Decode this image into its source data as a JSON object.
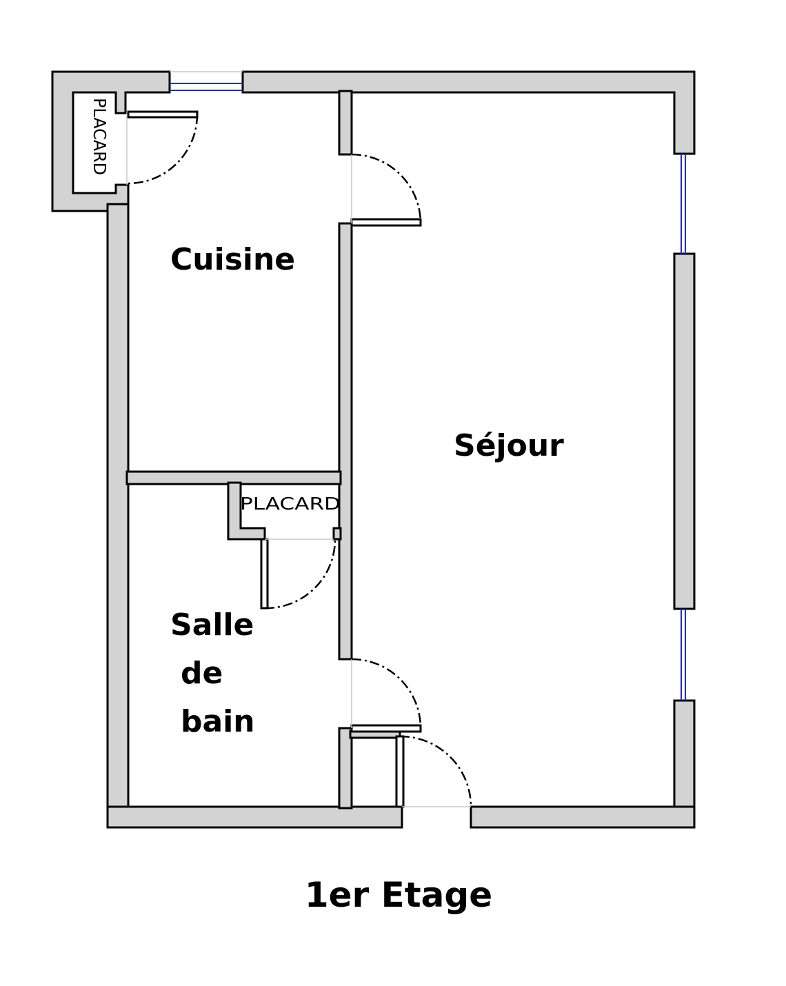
{
  "plan": {
    "floor_title": "1er Etage",
    "rooms": {
      "kitchen": "Cuisine",
      "living": "Séjour",
      "bath_line1": "Salle",
      "bath_line2": "de",
      "bath_line3": "bain"
    },
    "closets": {
      "kitchen_closet": "PLACARD",
      "bath_closet": "PLACARD"
    }
  },
  "colors": {
    "wall_fill": "#d3d3d3",
    "wall_outline": "#000000",
    "window": "#1f2bd6",
    "background": "#ffffff"
  }
}
